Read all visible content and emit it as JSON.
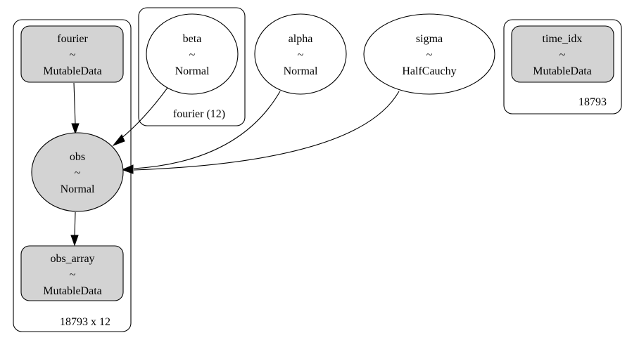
{
  "colors": {
    "observed_fill": "#d3d3d3",
    "latent_fill": "#ffffff",
    "stroke": "#000000"
  },
  "plates": {
    "obs_plate": {
      "label": "18793 x 12"
    },
    "beta_plate": {
      "label": "fourier (12)"
    },
    "time_plate": {
      "label": "18793"
    }
  },
  "nodes": {
    "fourier": {
      "name": "fourier",
      "tilde": "~",
      "dist": "MutableData",
      "observed": true
    },
    "obs": {
      "name": "obs",
      "tilde": "~",
      "dist": "Normal",
      "observed": true
    },
    "obs_array": {
      "name": "obs_array",
      "tilde": "~",
      "dist": "MutableData",
      "observed": true
    },
    "beta": {
      "name": "beta",
      "tilde": "~",
      "dist": "Normal",
      "observed": false
    },
    "alpha": {
      "name": "alpha",
      "tilde": "~",
      "dist": "Normal",
      "observed": false
    },
    "sigma": {
      "name": "sigma",
      "tilde": "~",
      "dist": "HalfCauchy",
      "observed": false
    },
    "time_idx": {
      "name": "time_idx",
      "tilde": "~",
      "dist": "MutableData",
      "observed": true
    }
  },
  "edges": [
    {
      "from": "fourier",
      "to": "obs"
    },
    {
      "from": "obs",
      "to": "obs_array"
    },
    {
      "from": "beta",
      "to": "obs"
    },
    {
      "from": "alpha",
      "to": "obs"
    },
    {
      "from": "sigma",
      "to": "obs"
    }
  ]
}
